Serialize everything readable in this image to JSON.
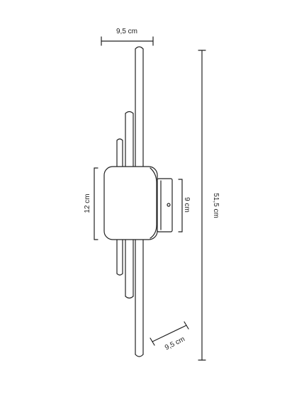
{
  "colors": {
    "line": "#222222",
    "background": "#ffffff"
  },
  "dimensions": {
    "top_width": "9,5 cm",
    "height_total": "51,5 cm",
    "body_height": "12 cm",
    "plate_height": "9 cm",
    "depth": "9,5 cm"
  }
}
